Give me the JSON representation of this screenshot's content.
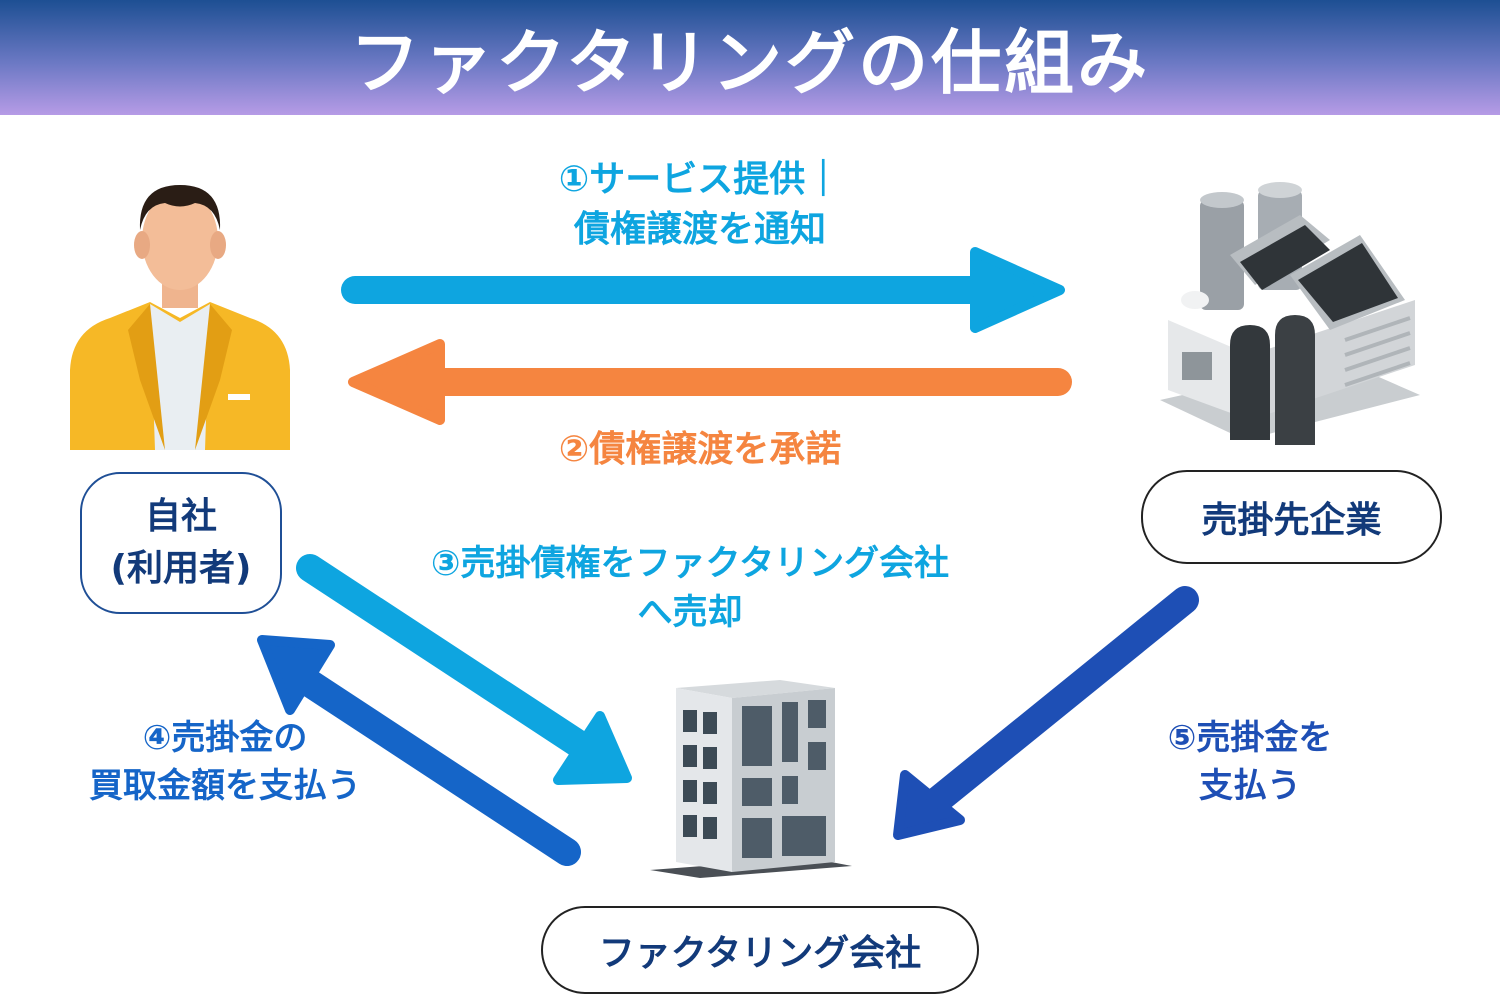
{
  "title": "ファクタリングの仕組み",
  "nodes": {
    "self": {
      "line1": "自社",
      "line2": "(利用者)"
    },
    "customer": {
      "label": "売掛先企業"
    },
    "factoring": {
      "label": "ファクタリング会社"
    }
  },
  "steps": {
    "s1": {
      "line1": "①サービス提供｜",
      "line2": "債権譲渡を通知"
    },
    "s2": {
      "line1": "②債権譲渡を承諾"
    },
    "s3": {
      "line1": "③売掛債権をファクタリング会社",
      "line2": "へ売却"
    },
    "s4": {
      "line1": "④売掛金の",
      "line2": "買取金額を支払う"
    },
    "s5": {
      "line1": "⑤売掛金を",
      "line2": "支払う"
    }
  },
  "colors": {
    "step1": "#0ea5e0",
    "step2": "#f58540",
    "step3": "#0ea5e0",
    "step4": "#1565c8",
    "step5": "#1e4fb5",
    "node_text": "#123a7a"
  },
  "icons": {
    "self": "businessman-icon",
    "customer": "factory-icon",
    "factoring": "office-building-icon"
  }
}
